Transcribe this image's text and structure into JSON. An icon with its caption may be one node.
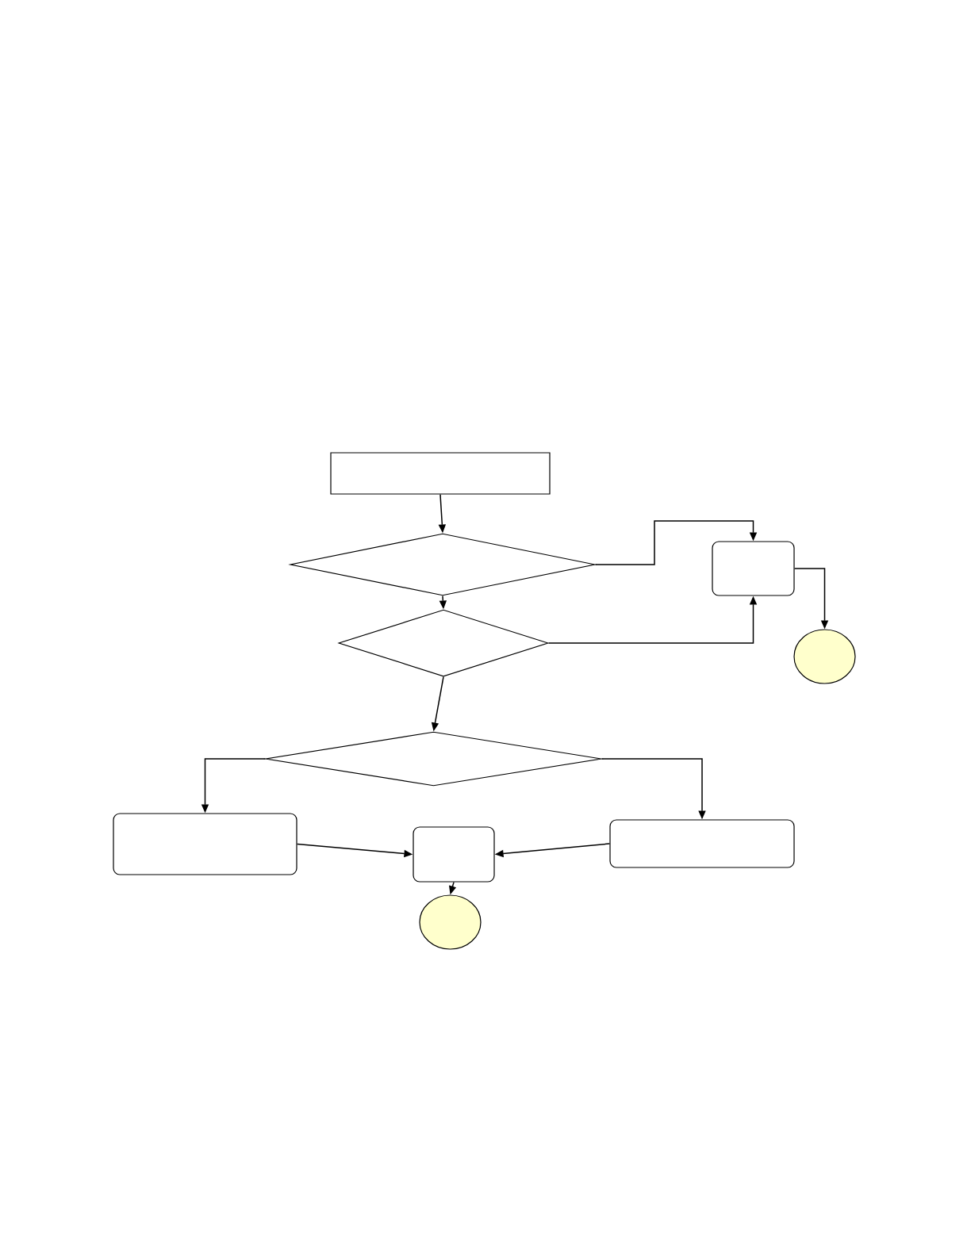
{
  "diagram": {
    "nodes": [
      {
        "text": [],
        "shape": "box"
      },
      {
        "text": [],
        "shape": "diamond"
      },
      {
        "text": [],
        "shape": "box"
      },
      {
        "text": [],
        "shape": "diamond"
      },
      {
        "text": [],
        "shape": "circle"
      },
      {
        "text": [],
        "shape": "diamond"
      },
      {
        "text": [],
        "shape": "box"
      },
      {
        "text": [],
        "shape": "box"
      },
      {
        "text": [],
        "shape": "box"
      },
      {
        "text": [],
        "shape": "circle"
      }
    ],
    "edges": [
      {
        "from": 0,
        "to": 1,
        "arrow": "to"
      },
      {
        "from": 1,
        "to": 3,
        "arrow": "to"
      },
      {
        "from": 1,
        "to": 2,
        "arrow": "to"
      },
      {
        "from": 3,
        "to": 2,
        "arrow": "to"
      },
      {
        "from": 2,
        "to": 4,
        "arrow": "to"
      },
      {
        "from": 3,
        "to": 5,
        "arrow": "to"
      },
      {
        "from": 5,
        "to": 6,
        "arrow": "to"
      },
      {
        "from": 5,
        "to": 8,
        "arrow": "to"
      },
      {
        "from": 6,
        "to": 7,
        "arrow": "to"
      },
      {
        "from": 8,
        "to": 7,
        "arrow": "to"
      },
      {
        "from": 7,
        "to": 9,
        "arrow": "to"
      }
    ]
  }
}
